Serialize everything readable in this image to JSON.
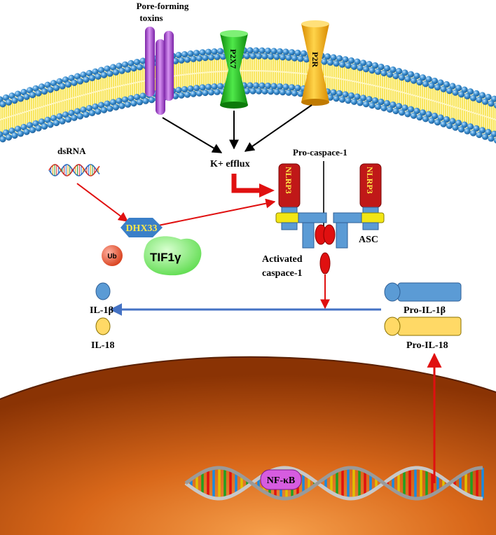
{
  "membrane": {
    "pore_toxins_line1": "Pore-forming",
    "pore_toxins_line2": "toxins",
    "p2x7": "P2X7",
    "p2r": "P2R"
  },
  "cytoplasm": {
    "k_efflux": "K+ efflux",
    "dsrna": "dsRNA",
    "dhx33": "DHX33",
    "ub": "Ub",
    "tif1g": "TIF1γ",
    "pro_caspase": "Pro-caspace-1",
    "nlrp3_left": "NLRP3",
    "nlrp3_right": "NLRP3",
    "asc": "ASC",
    "activated_line1": "Activated",
    "activated_line2": "caspace-1",
    "il1b": "IL-1β",
    "il18": "IL-18",
    "pro_il1b": "Pro-IL-1β",
    "pro_il18": "Pro-IL-18"
  },
  "nucleus": {
    "nfkb": "NF-κB"
  },
  "colors": {
    "lipid_head": "#3b8fd0",
    "lipid_tail": "#ffe84a",
    "toxin": "#b24ed6",
    "p2x7": "#22c81c",
    "p2r": "#f6b81a",
    "nlrp3": "#c01818",
    "asc_yellow": "#f2e614",
    "blue_domain": "#5b9bd5",
    "caspase": "#e01010",
    "arrow_black": "#000000",
    "arrow_red": "#e01010",
    "arrow_blue": "#4472c4",
    "il18": "#ffd966",
    "nucleus": "#c8560e",
    "nfkb": "#d65ce0"
  }
}
